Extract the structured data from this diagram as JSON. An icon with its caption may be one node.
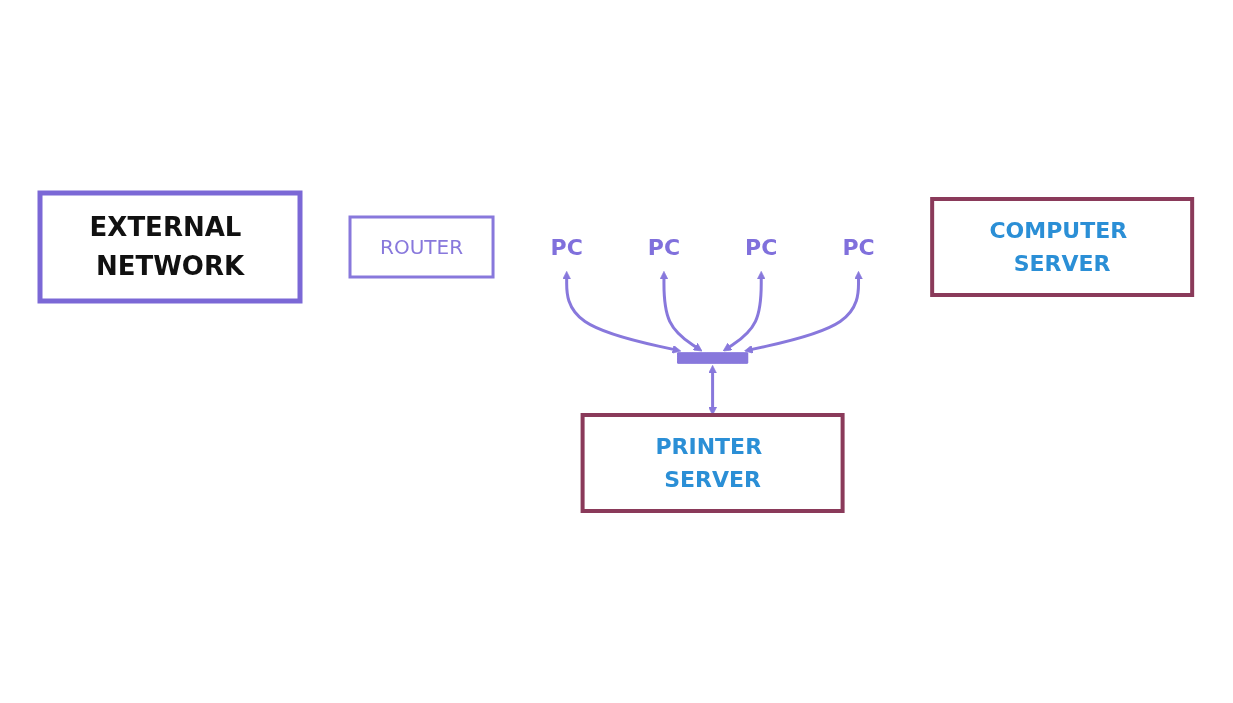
{
  "diagram": {
    "nodes": [
      {
        "text": [
          "EXTERNAL NETWORK"
        ]
      },
      {
        "text": [
          "ROUTER"
        ]
      },
      {
        "text": [
          "PC"
        ]
      },
      {
        "text": [
          "PC"
        ]
      },
      {
        "text": [
          "PC"
        ]
      },
      {
        "text": [
          "PC"
        ]
      },
      {
        "text": [],
        "shape": "bar"
      },
      {
        "text": [
          "PRINTER SERVER"
        ]
      },
      {
        "text": [
          "COMPUTER SERVER"
        ]
      }
    ],
    "edges": [
      {
        "from": 2,
        "to": 6,
        "arrow": "both"
      },
      {
        "from": 3,
        "to": 6,
        "arrow": "both"
      },
      {
        "from": 4,
        "to": 6,
        "arrow": "both"
      },
      {
        "from": 5,
        "to": 6,
        "arrow": "both"
      },
      {
        "from": 6,
        "to": 7,
        "arrow": "both"
      }
    ]
  }
}
